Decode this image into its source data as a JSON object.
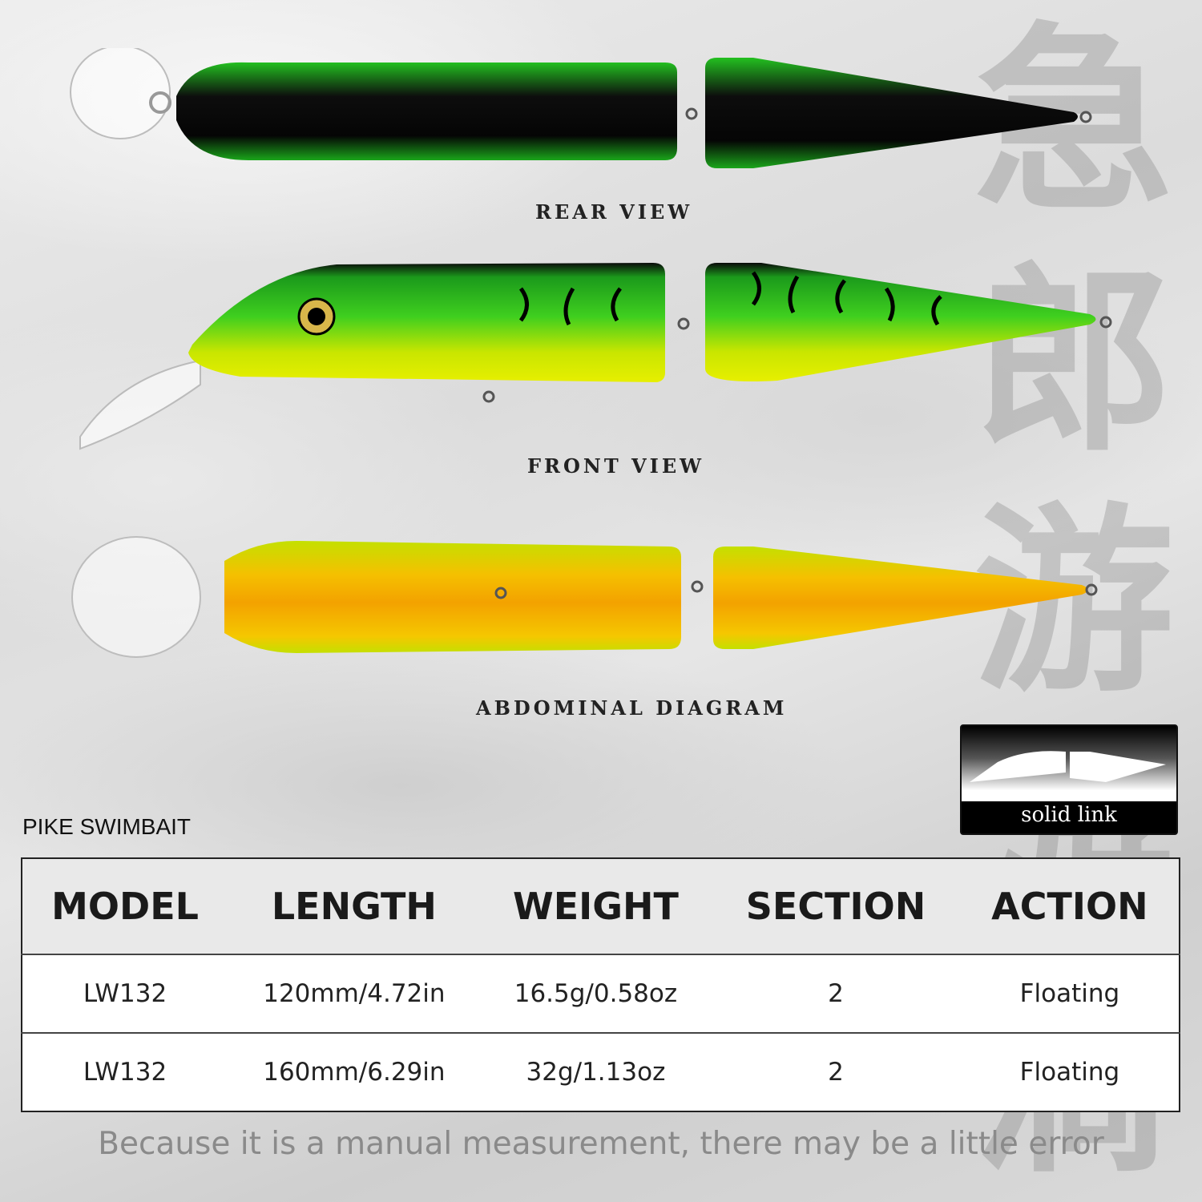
{
  "watermark_chars": [
    "急",
    "郎",
    "游",
    "游",
    "滴"
  ],
  "views": {
    "rear": "REAR VIEW",
    "front": "FRONT VIEW",
    "abdominal": "ABDOMINAL DIAGRAM"
  },
  "link_type": "solid link",
  "product_name": "PIKE SWIMBAIT",
  "table": {
    "headers": [
      "MODEL",
      "LENGTH",
      "WEIGHT",
      "SECTION",
      "ACTION"
    ],
    "rows": [
      [
        "LW132",
        "120mm/4.72in",
        "16.5g/0.58oz",
        "2",
        "Floating"
      ],
      [
        "LW132",
        "160mm/6.29in",
        "32g/1.13oz",
        "2",
        "Floating"
      ]
    ]
  },
  "note": "Because it is a manual measurement, there may be a little error",
  "colors": {
    "lure_green": "#1fb21f",
    "lure_black": "#0b0b0b",
    "lure_yellow": "#d7e800",
    "belly_orange": "#f4a000"
  }
}
